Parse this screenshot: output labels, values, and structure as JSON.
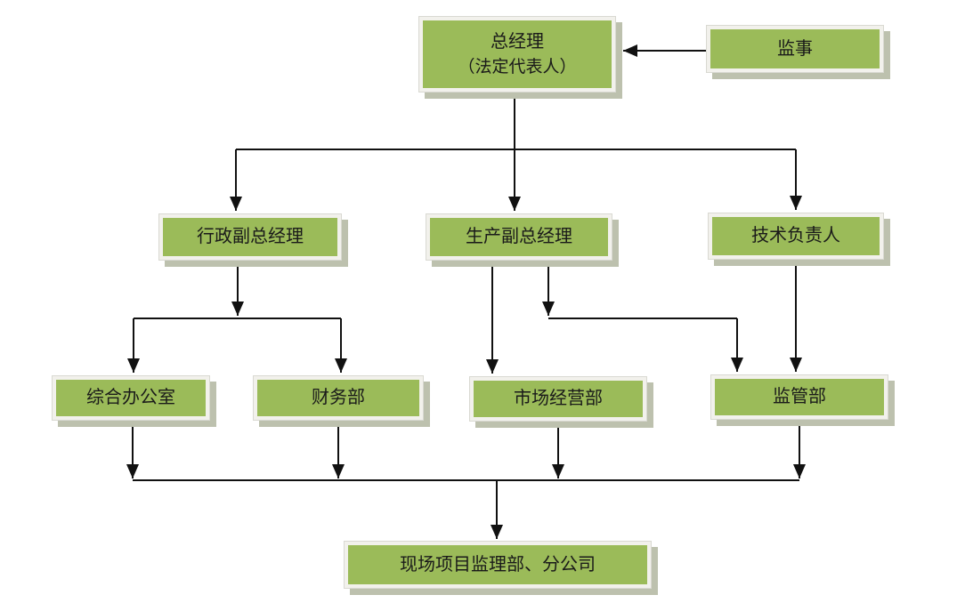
{
  "diagram": {
    "type": "org-chart",
    "background": "#ffffff"
  },
  "colors": {
    "node_fill": "#9bbb59",
    "node_frame": "#f2f1ec",
    "node_shadow": "#bdc1ae",
    "node_outline": "#d9d9d2",
    "line": "#111111",
    "text": "#1a1a1a"
  },
  "nodes": {
    "general_manager": {
      "label": "总经理",
      "sublabel": "（法定代表人）"
    },
    "supervisor": {
      "label": "监事"
    },
    "admin_vice_gm": {
      "label": "行政副总经理"
    },
    "production_vice_gm": {
      "label": "生产副总经理"
    },
    "technical_director": {
      "label": "技术负责人"
    },
    "general_office": {
      "label": "综合办公室"
    },
    "finance_dept": {
      "label": "财务部"
    },
    "market_dept": {
      "label": "市场经营部"
    },
    "supervision_dept": {
      "label": "监管部"
    },
    "site_supervision_branch": {
      "label": "现场项目监理部、分公司"
    }
  },
  "edges": [
    {
      "from": "supervisor",
      "to": "general_manager"
    },
    {
      "from": "general_manager",
      "to": "admin_vice_gm"
    },
    {
      "from": "general_manager",
      "to": "production_vice_gm"
    },
    {
      "from": "general_manager",
      "to": "technical_director"
    },
    {
      "from": "admin_vice_gm",
      "to": "general_office"
    },
    {
      "from": "admin_vice_gm",
      "to": "finance_dept"
    },
    {
      "from": "production_vice_gm",
      "to": "market_dept"
    },
    {
      "from": "production_vice_gm",
      "to": "supervision_dept"
    },
    {
      "from": "technical_director",
      "to": "supervision_dept"
    },
    {
      "from": "general_office",
      "to": "site_supervision_branch"
    },
    {
      "from": "finance_dept",
      "to": "site_supervision_branch"
    },
    {
      "from": "market_dept",
      "to": "site_supervision_branch"
    },
    {
      "from": "supervision_dept",
      "to": "site_supervision_branch"
    }
  ]
}
